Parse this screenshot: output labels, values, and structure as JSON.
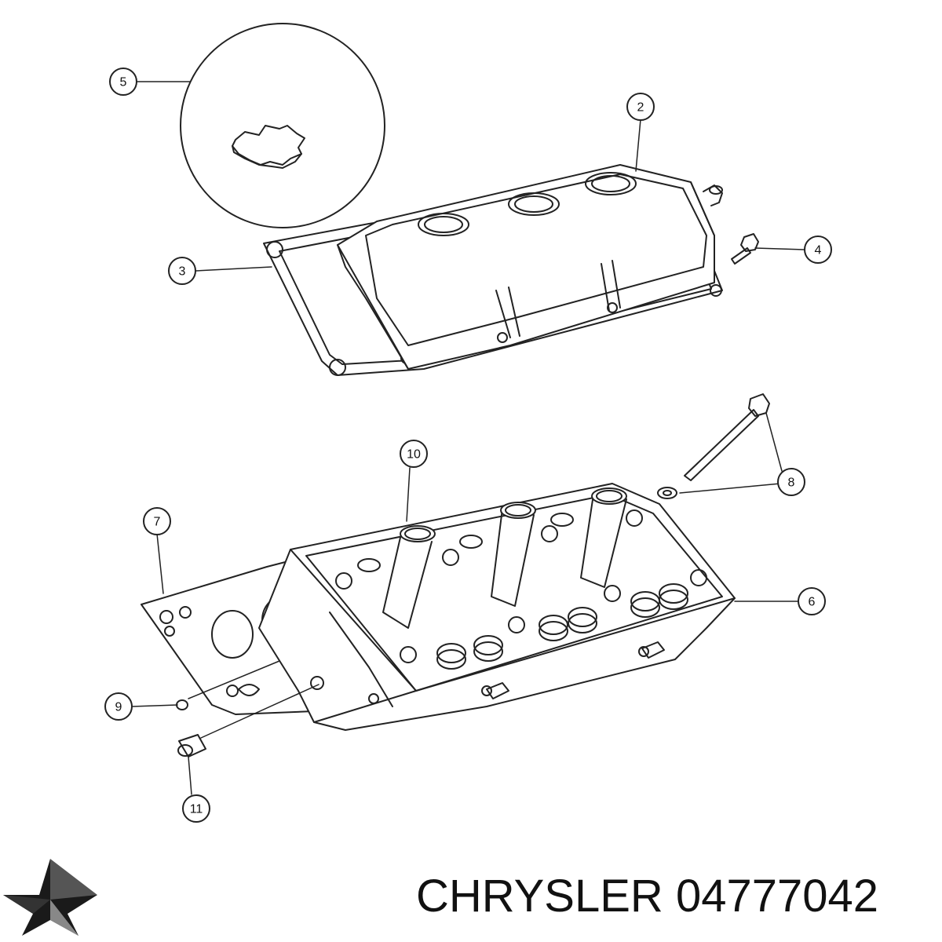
{
  "callouts": {
    "c1": "5",
    "c2": "2",
    "c3": "3",
    "c4": "4",
    "c5": "10",
    "c6": "8",
    "c7": "7",
    "c8": "6",
    "c9": "9",
    "c10": "11"
  },
  "caption": {
    "brand": "CHRYSLER",
    "part_number": "04777042"
  },
  "colors": {
    "line": "#222222",
    "background": "#ffffff"
  },
  "icons": [
    "chrysler-pentastar-logo"
  ]
}
